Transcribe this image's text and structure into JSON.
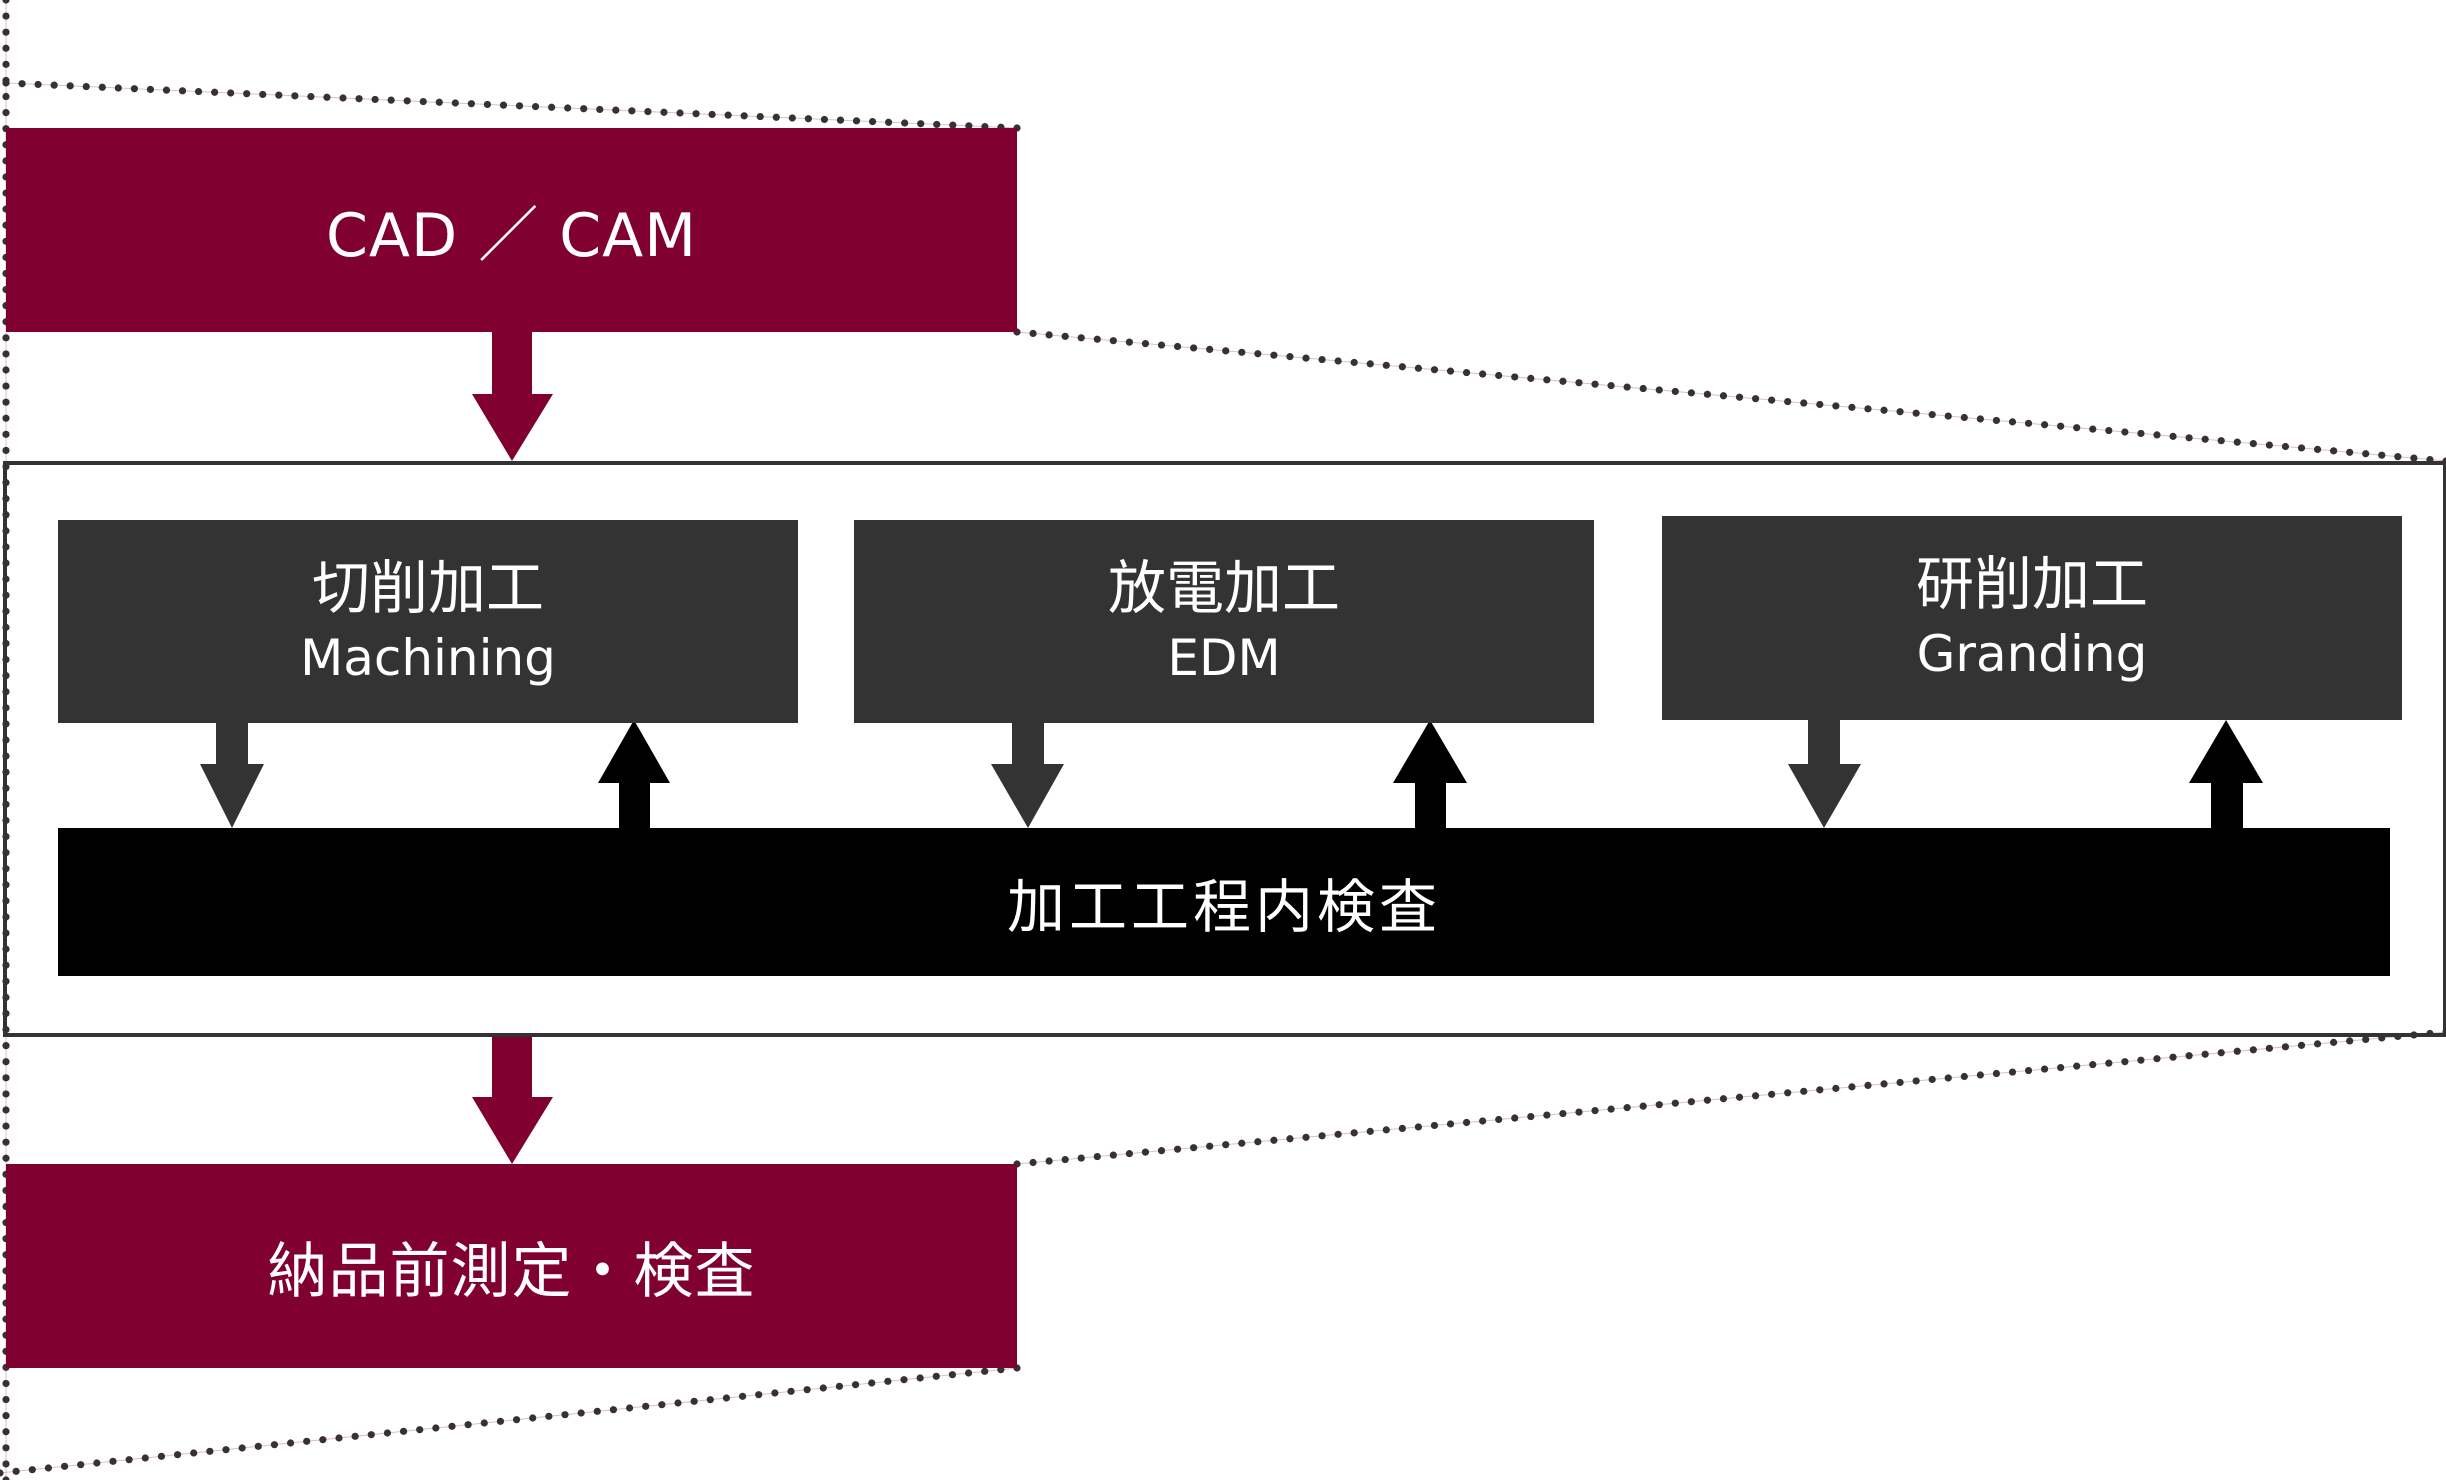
{
  "diagram": {
    "title": "Machining process flow",
    "colors": {
      "stage": "#800030",
      "process": "#333333",
      "inspection": "#000000",
      "frame": "#333333",
      "dots": "#333333"
    },
    "top_stage": {
      "label": "CAD ／ CAM"
    },
    "processes": [
      {
        "label_jp": "切削加工",
        "label_en": "Machining"
      },
      {
        "label_jp": "放電加工",
        "label_en": "EDM"
      },
      {
        "label_jp": "研削加工",
        "label_en": "Granding"
      }
    ],
    "inspection": {
      "label": "加工工程内検査"
    },
    "bottom_stage": {
      "label": "納品前測定・検査"
    },
    "flow": [
      {
        "from": "CAD ／ CAM",
        "to": "processes"
      },
      {
        "from": "processes",
        "to": "加工工程内検査",
        "bidirectional": true
      },
      {
        "from": "processes",
        "to": "納品前測定・検査"
      }
    ]
  }
}
